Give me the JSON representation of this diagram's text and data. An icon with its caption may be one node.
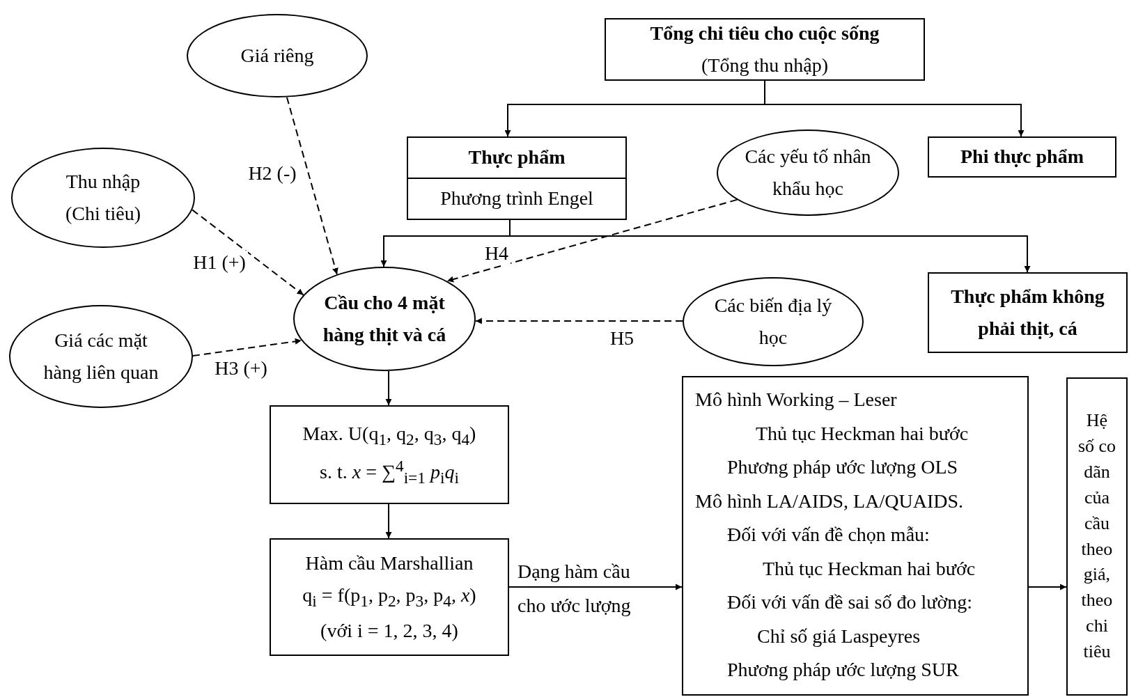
{
  "diagram": {
    "nodes": [
      {
        "text": [
          "Tổng chi tiêu cho cuộc sống",
          "(Tổng thu nhập)"
        ]
      },
      {
        "text": [
          "Thực phẩm",
          "Phương trình Engel"
        ]
      },
      {
        "text": [
          "Phi thực phẩm"
        ]
      },
      {
        "text": [
          "Giá riêng"
        ]
      },
      {
        "text": [
          "Các yếu tố nhân khẩu học"
        ]
      },
      {
        "text": [
          "Thu nhập (Chi tiêu)"
        ]
      },
      {
        "text": [
          "Cầu cho 4 mặt hàng thịt và cá"
        ]
      },
      {
        "text": [
          "Các biến địa lý học"
        ]
      },
      {
        "text": [
          "Thực phẩm không phải thịt, cá"
        ]
      },
      {
        "text": [
          "Giá các mặt hàng liên quan"
        ]
      },
      {
        "text": [
          "Max. U(q$_{1}$, q$_{2}$, q$_{3}$, q$_{4}$)",
          "s. t. *x* = ∑$^{4}$$_{i=1}$ *p*$_{i}$*q*$_{i}$"
        ]
      },
      {
        "text": [
          "Hàm cầu Marshallian",
          "q$_{i}$ = f(p$_{1}$, p$_{2}$, p$_{3}$, p$_{4}$, *x*)",
          "(với i = 1, 2, 3, 4)"
        ]
      },
      {
        "text": [
          "Mô hình Working – Leser",
          "Thủ tục Heckman hai bước",
          "Phương pháp ước lượng OLS",
          "Mô hình LA/AIDS, LA/QUAIDS.",
          "Đối với vấn đề chọn mẫu:",
          "Thủ tục Heckman hai bước",
          "Đối với vấn đề sai số đo lường:",
          "Chỉ số giá Laspeyres",
          "Phương pháp ước lượng SUR"
        ]
      },
      {
        "text": [
          "Hệ số co dãn của cầu theo giá, theo chi tiêu"
        ]
      }
    ],
    "edges": [
      {
        "from": 0,
        "to": 1,
        "arrow": "to"
      },
      {
        "from": 0,
        "to": 2,
        "arrow": "to"
      },
      {
        "from": 1,
        "to": 6,
        "arrow": "to"
      },
      {
        "from": 1,
        "to": 8,
        "arrow": "to"
      },
      {
        "from": 3,
        "to": 6,
        "arrow": "to",
        "label": "H2 (-)",
        "style": "dashed"
      },
      {
        "from": 5,
        "to": 6,
        "arrow": "to",
        "label": "H1 (+)",
        "style": "dashed"
      },
      {
        "from": 4,
        "to": 6,
        "arrow": "to",
        "label": "H4",
        "style": "dashed"
      },
      {
        "from": 7,
        "to": 6,
        "arrow": "to",
        "label": "H5",
        "style": "dashed"
      },
      {
        "from": 9,
        "to": 6,
        "arrow": "to",
        "label": "H3 (+)",
        "style": "dashed"
      },
      {
        "from": 6,
        "to": 10,
        "arrow": "to"
      },
      {
        "from": 10,
        "to": 11,
        "arrow": "to"
      },
      {
        "from": 11,
        "to": 12,
        "arrow": "to",
        "label": "Dạng hàm cầu cho ước lượng"
      },
      {
        "from": 12,
        "to": 13,
        "arrow": "to"
      }
    ]
  }
}
